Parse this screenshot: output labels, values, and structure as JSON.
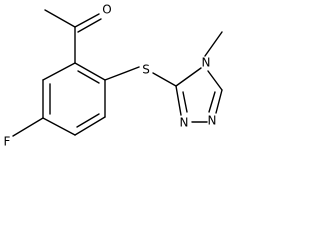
{
  "molecule": {
    "atoms": {
      "oxygen": "O",
      "sulfur": "S",
      "fluorine": "F",
      "n_ring_top": "N",
      "n_ring_bottom_left": "N",
      "n_ring_bottom_right": "N"
    }
  }
}
